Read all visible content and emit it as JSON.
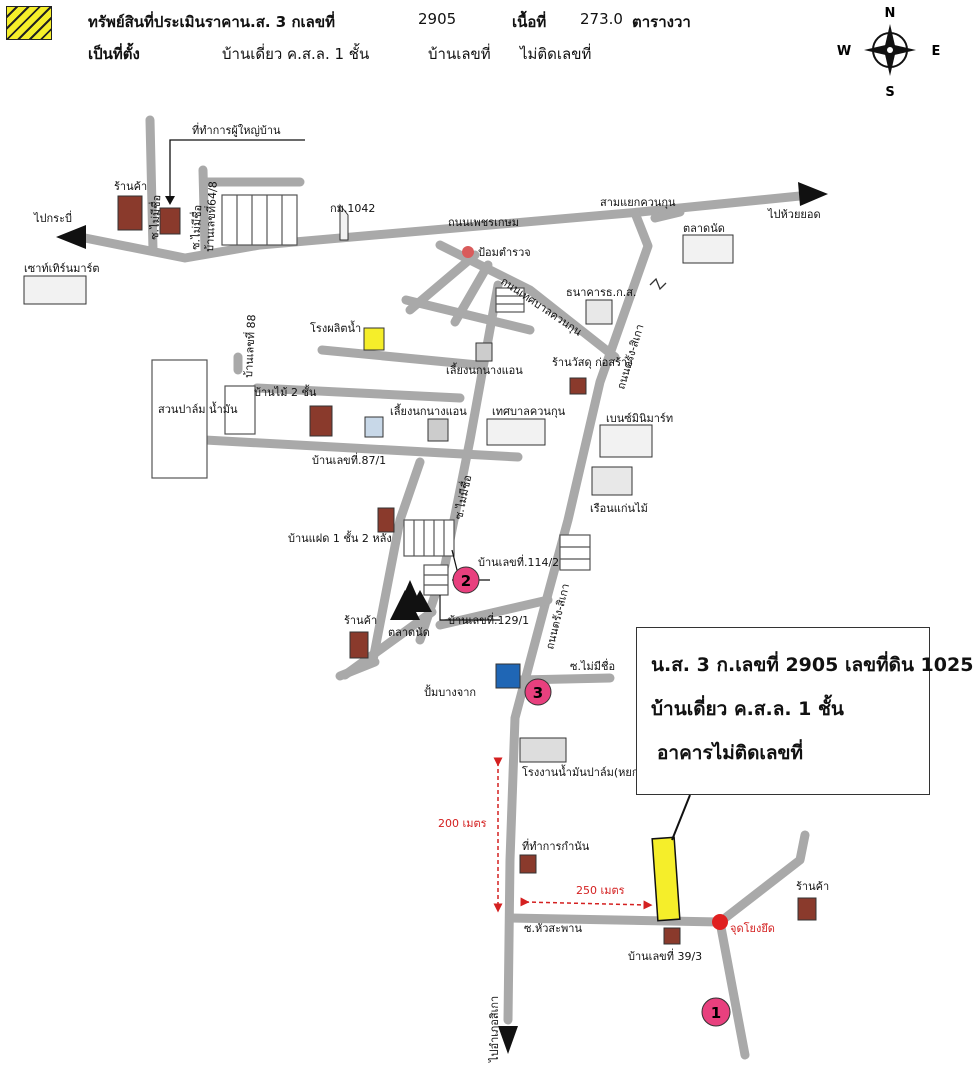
{
  "header": {
    "title": "ทรัพย์สินที่ประเมินราคาน.ส. 3 กเลขที่",
    "deed_no": "2905",
    "area_label": "เนื้อที่",
    "area_value": "273.0",
    "area_unit": "ตารางวา",
    "location_label": "เป็นที่ตั้ง",
    "building": "บ้านเดี่ยว ค.ส.ล. 1 ชั้น",
    "house_no_label": "บ้านเลขที่",
    "house_no_value": "ไม่ติดเลขที่"
  },
  "compass": {
    "n": "N",
    "s": "S",
    "e": "E",
    "w": "W"
  },
  "colors": {
    "road": "#a9a9a9",
    "target": "#f5ee2a",
    "marker": "#e8407e",
    "distance": "#d42020",
    "junction": "#e02020"
  },
  "callout": {
    "line1": "น.ส. 3 ก.เลขที่ 2905 เลขที่ดิน 1025",
    "line2": "บ้านเดี่ยว ค.ส.ล. 1 ชั้น",
    "line3": "อาคารไม่ติดเลขที่"
  },
  "markers": {
    "m1": "1",
    "m2": "2",
    "m3": "3"
  },
  "distances": {
    "vertical": "200 เมตร",
    "horizontal": "250 เมตร"
  },
  "labels": {
    "headman_office": "ที่ทำการผู้ใหญ่บ้าน",
    "shop_nw": "ร้านค้า",
    "to_krabi": "ไปกระบี่",
    "south_mart": "เซาท์เทิร์นมาร์ต",
    "km": "กม.1042",
    "soi_64_8": "บ้านเลขที่64/8",
    "soi_no_name_1": "ซ.ไม่มีชื่อ",
    "soi_no_name_2": "ซ.ไม่มีชื่อ",
    "phetkasem_rd": "ถนนเพชรเกษม",
    "sam_yaek": "สามแยกควนกุน",
    "to_huai_yot": "ไปห้วยยอด",
    "police_box": "ป้อมตำรวจ",
    "market_ne": "ตลาดนัด",
    "tesaban_rd": "ถนนเทศบาลควนกุน",
    "baac_bank": "ธนาคารธ.ก.ส.",
    "water_plant": "โรงผลิตน้ำ",
    "bird_house_1": "เลี้ยงนกนางแอน",
    "no_88": "บ้านเลขที่ 88",
    "palm_garden": "สวนปาล์ม น้ำมัน",
    "wood_house_2": "บ้านไม้ 2 ชั้น",
    "bird_house_2": "เลี้ยงนกนางแอน",
    "municipality": "เทศบาลควนกุน",
    "no_87_1": "บ้านเลขที่.87/1",
    "hardware_shop": "ร้านวัสดุ ก่อสร้าง",
    "trang_sikao_rd_1": "ถนนตรัง-สิเกา",
    "benz_minimart": "เบนซ์มินิมาร์ท",
    "wooden_house": "เรือนแก่นไม้",
    "soi_no_name_3": "ซ.ไม่มีชื่อ",
    "twin_house": "บ้านแฝด 1 ชั้น 2 หลัง",
    "no_114_2": "บ้านเลขที่.114/2",
    "shop_w": "ร้านค้า",
    "market_s": "ตลาดนัด",
    "no_129_1": "บ้านเลขที่.129/1",
    "trang_sikao_rd_2": "ถนนตรัง-สิเกา",
    "soi_no_name_4": "ซ.ไม่มีชื่อ",
    "bangchak": "ปั้มบางจาก",
    "palm_oil_mill": "โรงงานน้ำมันปาล์ม(หยก)",
    "kamnan_office": "ที่ทำการกำนัน",
    "soi_hua_saphan": "ซ.หัวสะพาน",
    "no_39_3": "บ้านเลขที่ 39/3",
    "reference_point": "จุดโยงยึด",
    "shop_se": "ร้านค้า",
    "to_sikao": "ไปอำเภอสิเกา"
  }
}
